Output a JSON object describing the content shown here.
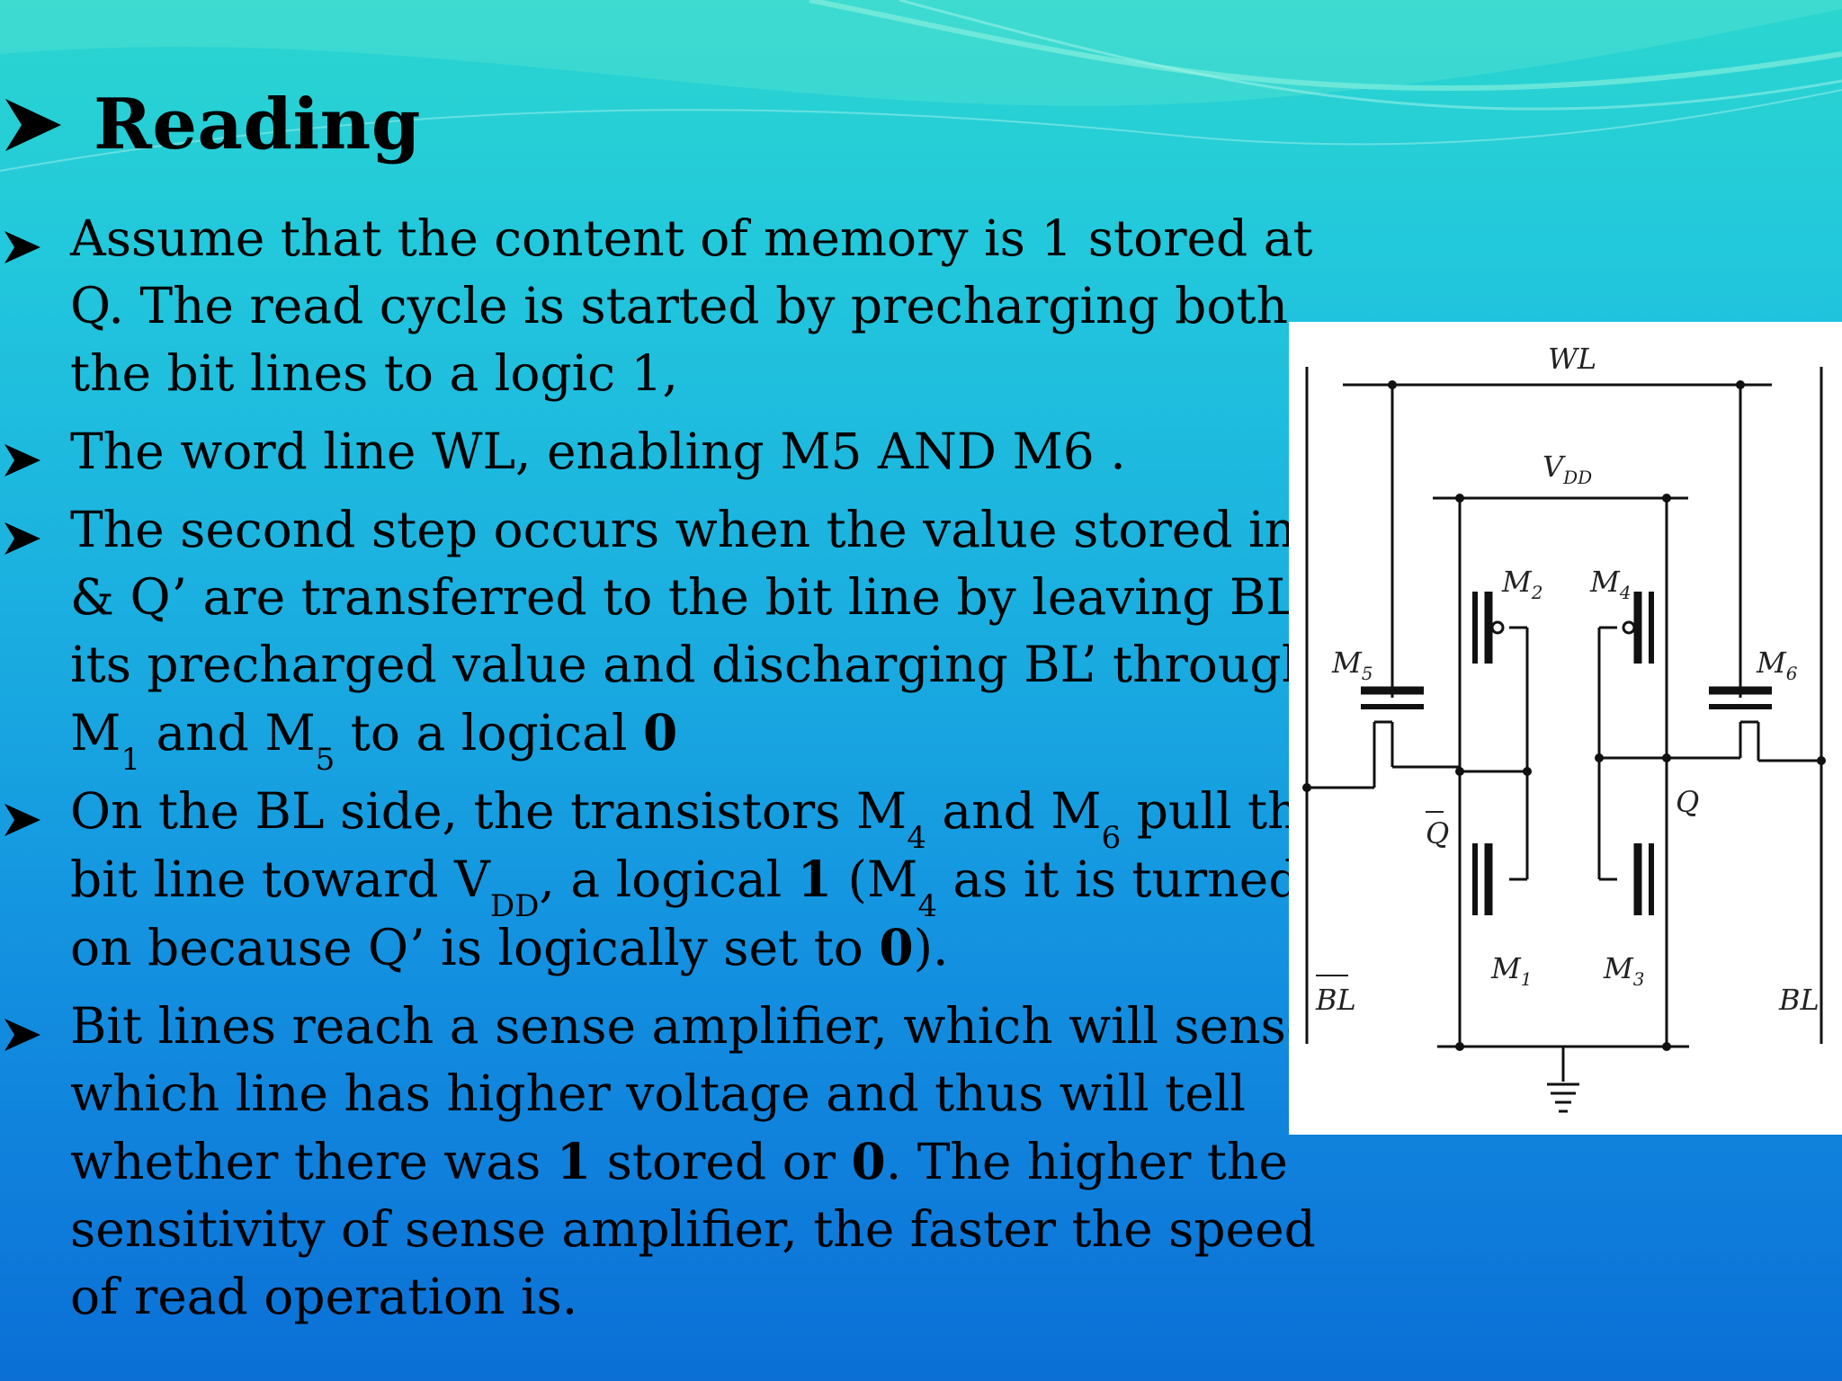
{
  "slide": {
    "title": "Reading",
    "bullets": [
      {
        "lines": [
          "Assume  that the content of memory is 1 stored at",
          "Q. The read cycle is started by precharging both",
          "the bit lines to a logic 1,"
        ]
      },
      {
        "lines": [
          "The word line WL, enabling M5 AND M6 ."
        ]
      },
      {
        "lines": [
          "The second step occurs when the value stored in Q",
          "& Q’ are transferred to the bit line by leaving BL at",
          "its precharged value and discharging BL’ through"
        ],
        "line4": {
          "a": "M",
          "a_sub": "1",
          "b": " and M",
          "b_sub": "5",
          "c": " to a logical ",
          "c_bold": "0"
        }
      },
      {
        "line1": {
          "a": "On the BL side, the transistors M",
          "a_sub": "4",
          "b": " and M",
          "b_sub": "6",
          "c": " pull the"
        },
        "line2": {
          "a": "bit line toward V",
          "a_sub": "DD",
          "b": ", a logical ",
          "b_bold": "1",
          "c": " (M",
          "c_sub": "4",
          "d": " as it is turned"
        },
        "line3": {
          "a": "on because Q’ is logically set to ",
          "a_bold": "0",
          "b": ")."
        }
      },
      {
        "line1": "Bit lines reach a sense amplifier, which will sense",
        "line2": "which line has higher voltage and thus will tell",
        "line3": {
          "a": "whether there was ",
          "a_bold": "1",
          "b": " stored or ",
          "b_bold": "0",
          "c": ". The higher the"
        },
        "line4": "sensitivity of sense amplifier, the faster the speed",
        "line5": "of read operation is."
      }
    ]
  },
  "circuit": {
    "labels": {
      "wl": "WL",
      "vdd": "V",
      "vdd_sub": "DD",
      "m1": "M",
      "m1_sub": "1",
      "m2": "M",
      "m2_sub": "2",
      "m3": "M",
      "m3_sub": "3",
      "m4": "M",
      "m4_sub": "4",
      "m5": "M",
      "m5_sub": "5",
      "m6": "M",
      "m6_sub": "6",
      "q": "Q",
      "qbar": "Q",
      "bl": "BL",
      "blbar": "BL"
    }
  },
  "colors": {
    "background_top": "#2bd6cf",
    "background_bottom": "#0b6fd6",
    "text": "#000000",
    "diagram_background": "#ffffff"
  }
}
